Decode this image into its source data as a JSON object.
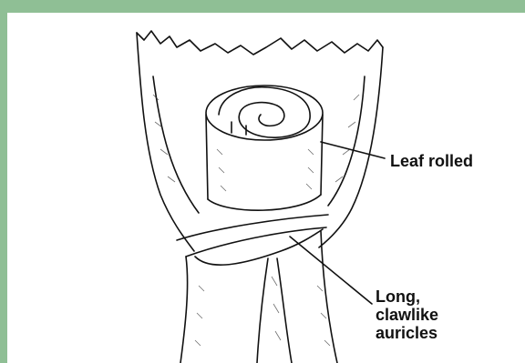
{
  "diagram": {
    "labels": {
      "leaf_rolled": "Leaf rolled",
      "auricles_line1": "Long,",
      "auricles_line2": "clawlike",
      "auricles_line3": "auricles"
    }
  },
  "colors": {
    "frame_background": "#8fbf95",
    "panel_background": "#ffffff",
    "ink": "#111111"
  }
}
